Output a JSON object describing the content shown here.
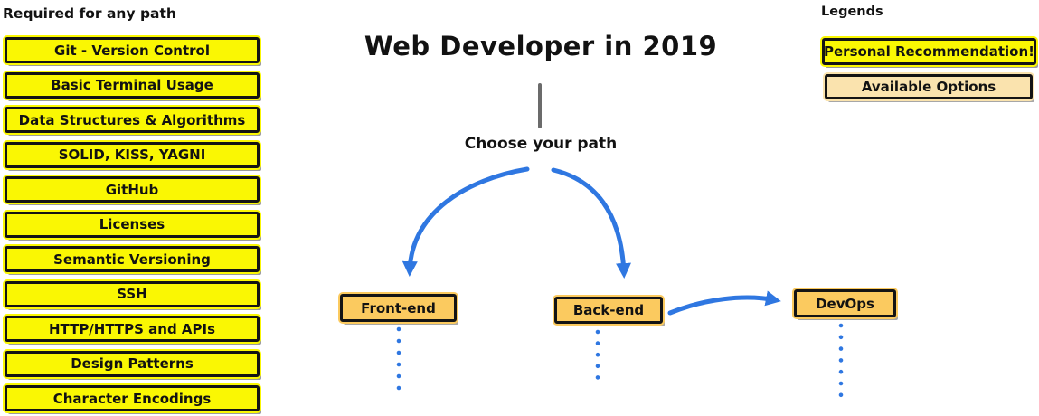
{
  "required": {
    "heading": "Required for any path",
    "items": [
      "Git - Version Control",
      "Basic Terminal Usage",
      "Data Structures & Algorithms",
      "SOLID, KISS, YAGNI",
      "GitHub",
      "Licenses",
      "Semantic Versioning",
      "SSH",
      "HTTP/HTTPS and APIs",
      "Design Patterns",
      "Character Encodings"
    ]
  },
  "center": {
    "title": "Web Developer in 2019",
    "choose_label": "Choose your path",
    "paths": {
      "frontend": "Front-end",
      "backend": "Back-end",
      "devops": "DevOps"
    }
  },
  "legends": {
    "heading": "Legends",
    "personal_recommendation": "Personal Recommendation!",
    "available_options": "Available Options"
  },
  "colors": {
    "recommendation_yellow": "#FAF703",
    "path_orange": "#FBCA5F",
    "options_tan": "#FAE3AE",
    "arrow_blue": "#2F77E1",
    "divider_gray": "#6B6B6B",
    "border_black": "#141414"
  }
}
